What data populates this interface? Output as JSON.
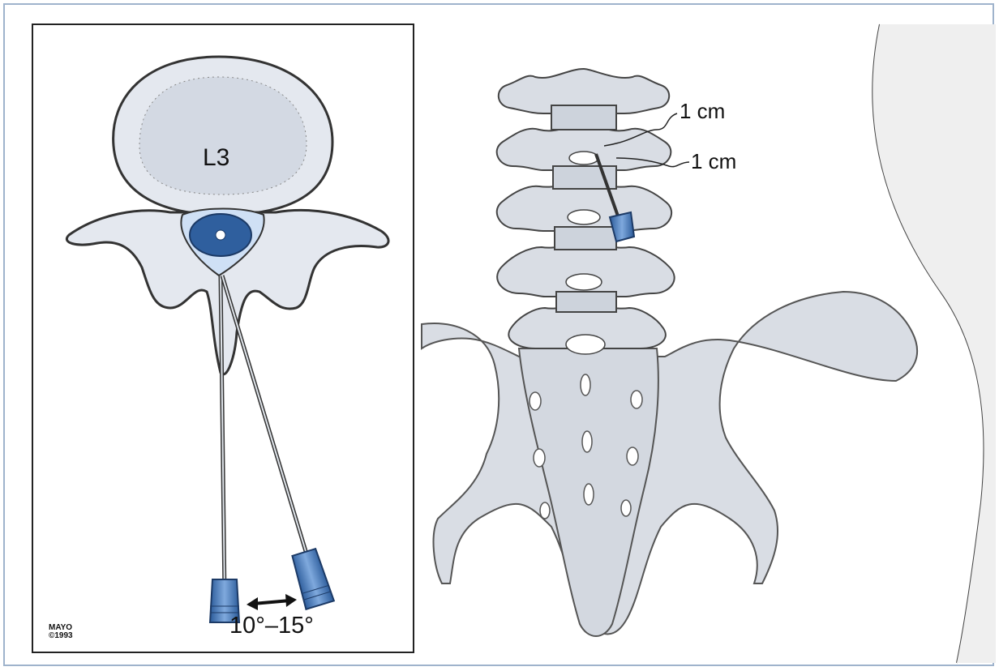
{
  "labels": {
    "vertebra": "L3",
    "angle": "10°–15°",
    "mayo_line1": "MAYO",
    "mayo_line2": "©1993",
    "distance_1": "1 cm",
    "distance_2": "1 cm"
  },
  "colors": {
    "frame_border": "#9fb3cc",
    "bone_fill": "#e4e8ef",
    "bone_outline": "#3a3a3a",
    "spine_highlight": "#2f5f9e",
    "needle_hub": "#4a7fc1"
  }
}
